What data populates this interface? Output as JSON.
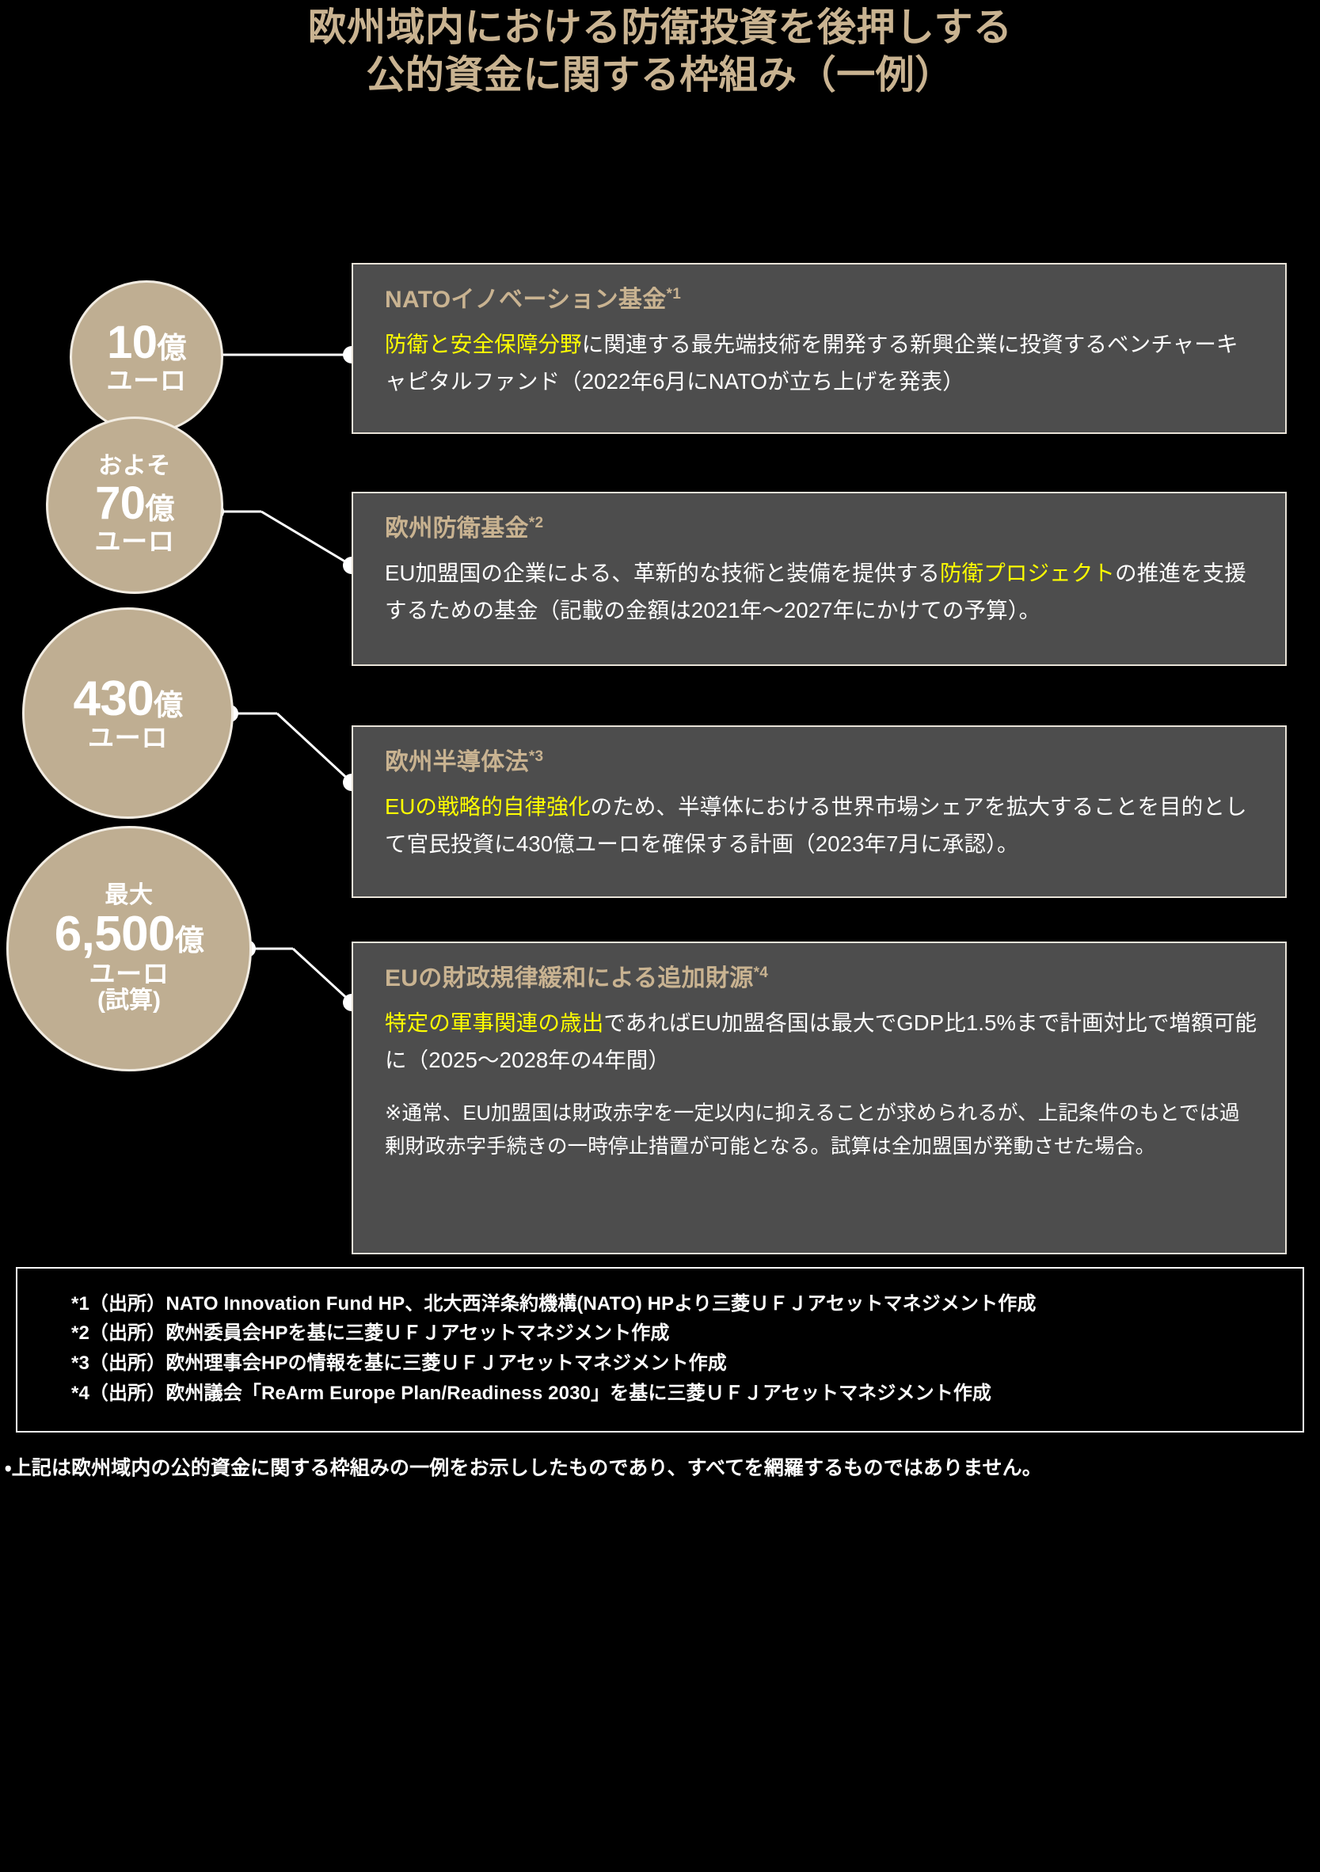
{
  "title": {
    "line1": "欧州域内における防衛投資を後押しする",
    "line2": "公的資金に関する枠組み（一例）"
  },
  "colors": {
    "accent_beige": "#c9b391",
    "circle_fill": "#bfae92",
    "box_fill": "#4d4d4d",
    "highlight_yellow": "#ffff00",
    "background": "#000000",
    "text_white": "#ffffff"
  },
  "circles": [
    {
      "id": "circle-1",
      "prefix": "",
      "amount": "10",
      "unit_oku": "億",
      "euro": "ユーロ",
      "note": ""
    },
    {
      "id": "circle-2",
      "prefix": "およそ",
      "amount": "70",
      "unit_oku": "億",
      "euro": "ユーロ",
      "note": ""
    },
    {
      "id": "circle-3",
      "prefix": "",
      "amount": "430",
      "unit_oku": "億",
      "euro": "ユーロ",
      "note": ""
    },
    {
      "id": "circle-4",
      "prefix": "最大",
      "amount": "6,500",
      "unit_oku": "億",
      "euro": "ユーロ",
      "note": "(試算)"
    }
  ],
  "boxes": [
    {
      "id": "box-1",
      "title": "NATOイノベーション基金",
      "footnote_marker": "*1",
      "body_highlight": "防衛と安全保障分野",
      "body_rest": "に関連する最先端技術を開発する新興企業に投資するベンチャーキャピタルファンド（2022年6月にNATOが立ち上げを発表）",
      "sub": ""
    },
    {
      "id": "box-2",
      "title": "欧州防衛基金",
      "footnote_marker": "*2",
      "body_pre": "EU加盟国の企業による、革新的な技術と装備を提供する",
      "body_highlight": "防衛プロジェクト",
      "body_rest": "の推進を支援するための基金（記載の金額は2021年〜2027年にかけての予算）。",
      "sub": ""
    },
    {
      "id": "box-3",
      "title": "欧州半導体法",
      "footnote_marker": "*3",
      "body_highlight": "EUの戦略的自律強化",
      "body_rest": "のため、半導体における世界市場シェアを拡大することを目的として官民投資に430億ユーロを確保する計画（2023年7月に承認）。",
      "sub": ""
    },
    {
      "id": "box-4",
      "title": "EUの財政規律緩和による追加財源",
      "footnote_marker": "*4",
      "body_highlight": "特定の軍事関連の歳出",
      "body_rest": "であればEU加盟各国は最大でGDP比1.5%まで計画対比で増額可能に（2025〜2028年の4年間）",
      "sub": "※通常、EU加盟国は財政赤字を一定以内に抑えることが求められるが、上記条件のもとでは過剰財政赤字手続きの一時停止措置が可能となる。試算は全加盟国が発動させた場合。"
    }
  ],
  "sources": [
    "*1（出所）NATO Innovation Fund HP、北大西洋条約機構(NATO) HPより三菱ＵＦＪアセットマネジメント作成",
    "*2（出所）欧州委員会HPを基に三菱ＵＦＪアセットマネジメント作成",
    "*3（出所）欧州理事会HPの情報を基に三菱ＵＦＪアセットマネジメント作成",
    "*4（出所）欧州議会「ReArm Europe Plan/Readiness 2030」を基に三菱ＵＦＪアセットマネジメント作成"
  ],
  "disclaimer": "・上記は欧州域内の公的資金に関する枠組みの一例をお示ししたものであり、すべてを網羅するものではありません。"
}
